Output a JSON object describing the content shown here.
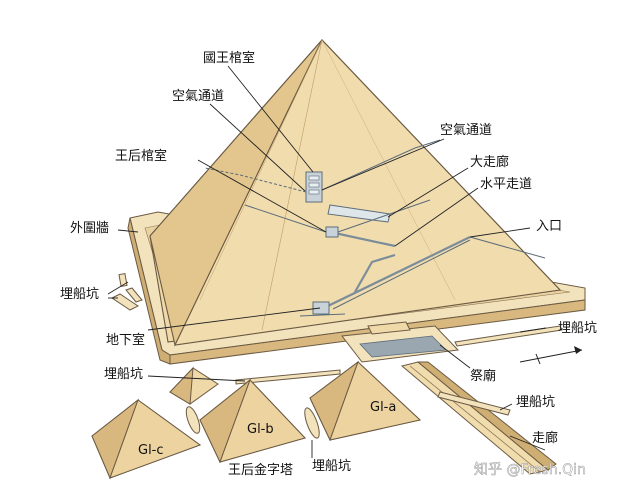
{
  "labels": {
    "kings_chamber": "國王棺室",
    "air_shaft_left": "空氣通道",
    "air_shaft_right": "空氣通道",
    "queens_chamber": "王后棺室",
    "grand_gallery": "大走廊",
    "horizontal_passage": "水平走道",
    "entrance": "入口",
    "enclosure_wall": "外圍牆",
    "boat_pit_left": "埋船坑",
    "underground_chamber": "地下室",
    "boat_pit_right": "埋船坑",
    "boat_pit_front": "埋船坑",
    "mortuary_temple": "祭廟",
    "boat_pit_causeway": "埋船坑",
    "causeway": "走廊",
    "queens_pyramids": "王后金字塔",
    "boat_pit_bottom": "埋船坑",
    "pyramid_gl_a": "Gl-a",
    "pyramid_gl_b": "Gl-b",
    "pyramid_gl_c": "Gl-c"
  },
  "watermark": "知乎 @Fresh.Qin",
  "colors": {
    "sand_light": "#efd9a8",
    "sand_mid": "#e3c68e",
    "sand_dark": "#cfae74",
    "sand_shadow": "#bf9c63",
    "wall_top": "#f3e3bd",
    "outline": "#6b5a43",
    "passage": "#7c8d9a"
  },
  "icons": {
    "north_arrow": "arrow-right-icon"
  }
}
